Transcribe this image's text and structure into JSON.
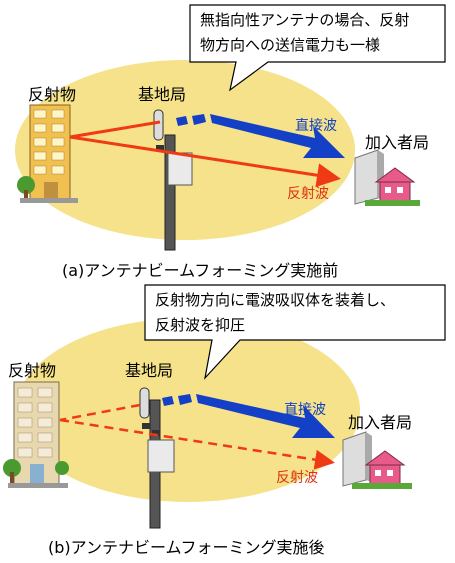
{
  "panels": [
    {
      "callout": [
        "無指向性アンテナの場合、反射",
        "物方向への送信電力も一様"
      ],
      "reflector_label": "反射物",
      "base_station_label": "基地局",
      "direct_wave_label": "直接波",
      "reflected_wave_label": "反射波",
      "subscriber_label": "加入者局",
      "caption": "(a)アンテナビームフォーミング実施前"
    },
    {
      "callout": [
        "反射物方向に電波吸収体を装着し、",
        "反射波を抑圧"
      ],
      "reflector_label": "反射物",
      "base_station_label": "基地局",
      "direct_wave_label": "直接波",
      "reflected_wave_label": "反射波",
      "subscriber_label": "加入者局",
      "caption": "(b)アンテナビームフォーミング実施後"
    }
  ],
  "colors": {
    "coverage": "#f5e28a",
    "direct_wave": "#1440c8",
    "reflected_wave": "#f03a14",
    "building": "#f0c050",
    "building_b": "#e8d8b0"
  }
}
